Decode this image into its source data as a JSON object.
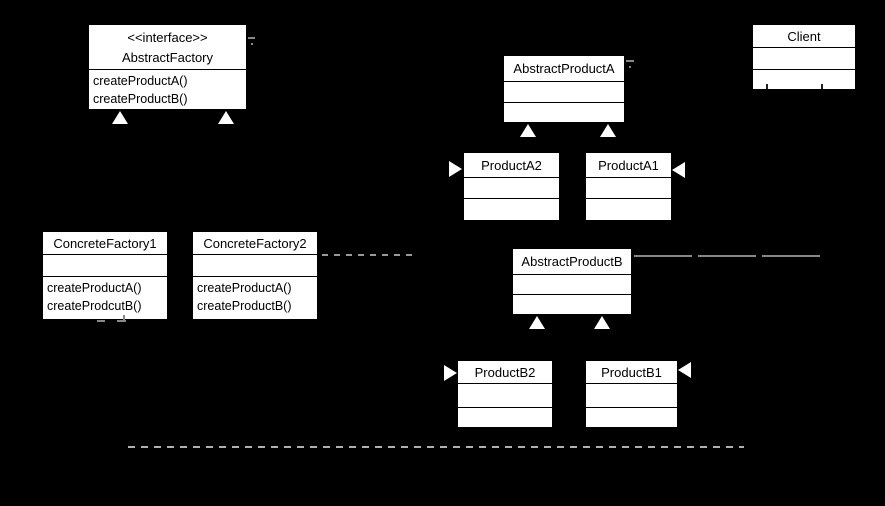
{
  "diagram": {
    "kind": "uml-class-diagram",
    "pattern": "Abstract Factory",
    "classes": {
      "abstract_factory": {
        "stereotype": "<<interface>>",
        "name": "AbstractFactory",
        "methods": [
          "createProductA()",
          "createProductB()"
        ]
      },
      "client": {
        "name": "Client",
        "attributes": [],
        "methods": []
      },
      "abstract_product_a": {
        "name": "AbstractProductA",
        "attributes": [],
        "methods": []
      },
      "product_a2": {
        "name": "ProductA2",
        "attributes": [],
        "methods": []
      },
      "product_a1": {
        "name": "ProductA1",
        "attributes": [],
        "methods": []
      },
      "concrete_factory_1": {
        "name": "ConcreteFactory1",
        "attributes": [],
        "methods": [
          "createProductA()",
          "createProdcutB()"
        ]
      },
      "concrete_factory_2": {
        "name": "ConcreteFactory2",
        "attributes": [],
        "methods": [
          "createProductA()",
          "createProductB()"
        ]
      },
      "abstract_product_b": {
        "name": "AbstractProductB",
        "attributes": [],
        "methods": []
      },
      "product_b2": {
        "name": "ProductB2",
        "attributes": [],
        "methods": []
      },
      "product_b1": {
        "name": "ProductB1",
        "attributes": [],
        "methods": []
      }
    },
    "colors": {
      "background": "#000000",
      "box_fill": "#ffffff",
      "box_border": "#000000",
      "text": "#000000",
      "dashed_line": "#999999",
      "arrowhead": "#ffffff"
    }
  }
}
